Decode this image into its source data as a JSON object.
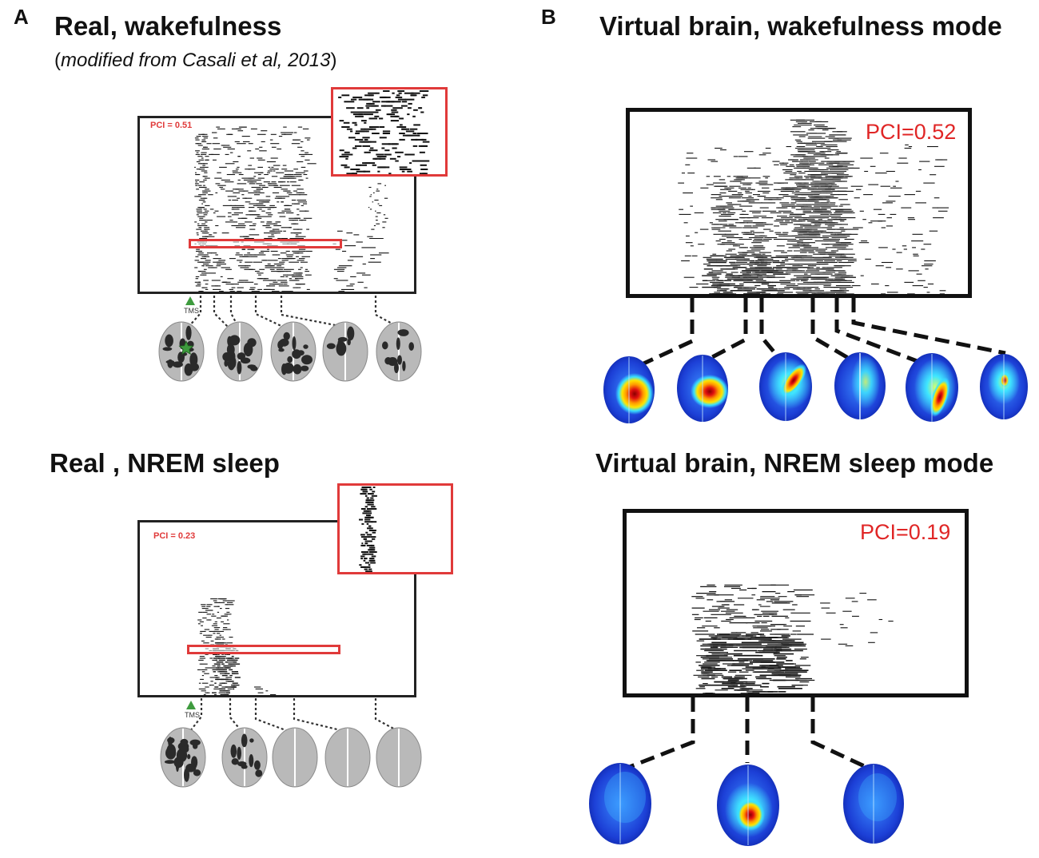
{
  "panel_a": {
    "letter": "A",
    "wake": {
      "title": "Real, wakefulness",
      "subtitle_open": "(",
      "subtitle_italic": "modified from Casali et al, 2013",
      "subtitle_close": ")",
      "pci": "PCI = 0.51",
      "tms": "TMS"
    },
    "sleep": {
      "title": "Real , NREM sleep",
      "pci": "PCI = 0.23",
      "tms": "TMS"
    }
  },
  "panel_b": {
    "letter": "B",
    "wake": {
      "title": "Virtual brain, wakefulness mode",
      "pci": "PCI=0.52"
    },
    "sleep": {
      "title": "Virtual brain,  NREM sleep mode",
      "pci": "PCI=0.19"
    }
  },
  "colors": {
    "highlight_red": "#e03a3a",
    "pci_red": "#e02626",
    "tms_marker_green": "#3e9b3e",
    "raster_ink": "#111111",
    "brain_gray": "#b9b9b9"
  }
}
